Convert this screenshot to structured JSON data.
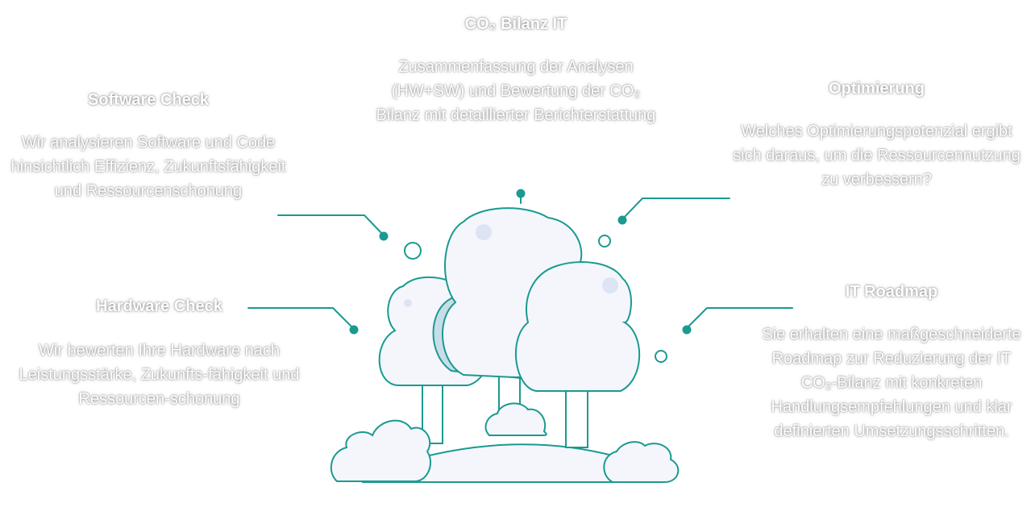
{
  "colors": {
    "accent": "#1a9a90",
    "cloud_fill": "#f4f6fc",
    "shadow_fill": "#c8dde8",
    "text": "#ffffff"
  },
  "co2": {
    "title": "CO₂ Bilanz IT",
    "body": "Zusammenfassung der Analysen (HW+SW) und Bewertung der CO₂ Bilanz mit detaillierter Berichterstattung"
  },
  "software": {
    "title": "Software Check",
    "body": "Wir analysieren Software und Code hinsichtlich Effizienz, Zukunftsfähigkeit und Ressourcenschonung"
  },
  "optimierung": {
    "title": "Optimierung",
    "body": "Welches Optimierungspotenzial ergibt sich daraus, um die Ressourcennutzung zu verbessern?"
  },
  "hardware": {
    "title": "Hardware Check",
    "body": "Wir bewerten Ihre Hardware nach Leistungsstärke, Zukunfts-fähigkeit und Ressourcen-schonung"
  },
  "roadmap": {
    "title": "IT Roadmap",
    "body": "Sie erhalten eine maßgeschneiderte Roadmap zur Reduzierung der IT CO₂-Bilanz mit konkreten Handlungsempfehlungen und klar definierten Umsetzungsschritten."
  },
  "illustration": {
    "icon": "trees-bushes-illustration"
  }
}
